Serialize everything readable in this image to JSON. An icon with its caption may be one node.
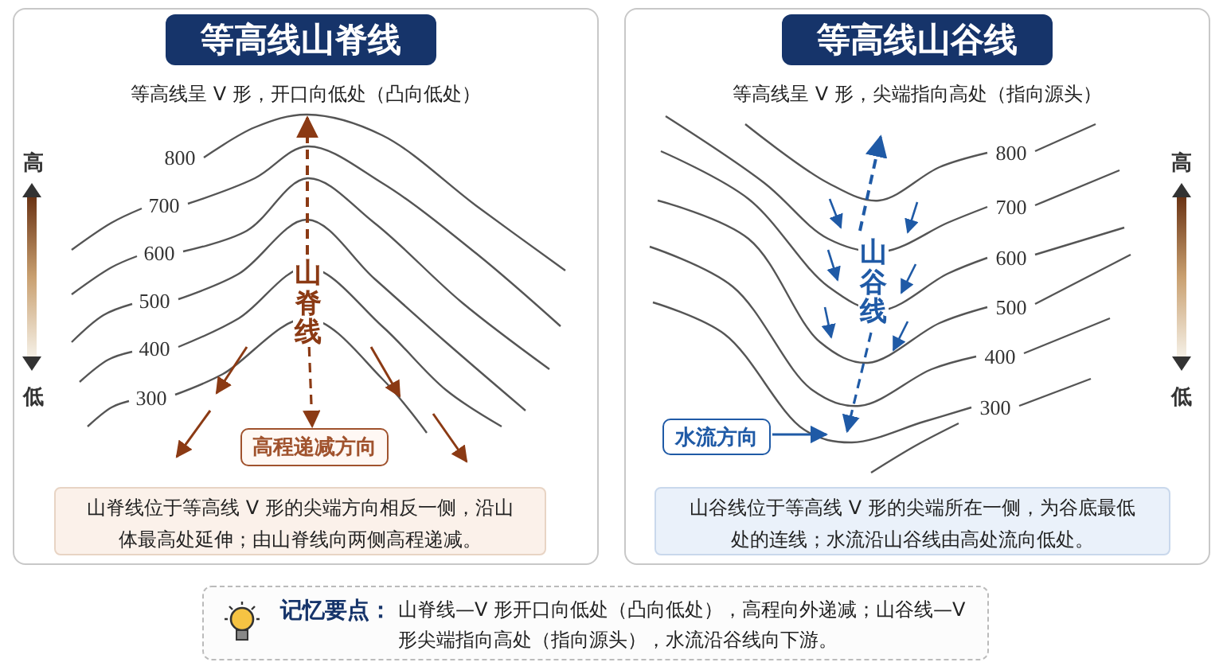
{
  "diagram": {
    "nodes": [
      {
        "text": [
          "等高线呈 V 形，开口向低处（凸向低处）"
        ]
      },
      {
        "text": [
          "等高线山脊线"
        ],
        "in": 0
      },
      {
        "text": [
          "高程递减方向"
        ],
        "in": 0
      },
      {
        "text": [
          "山脊线位于等高线 V 形的尖端方向相反一侧，沿山体最高处延伸；由山脊线向两侧高程递减。"
        ],
        "in": 0
      },
      {
        "text": [
          "等高线呈 V 形，尖端指向高处（指向源头）"
        ]
      },
      {
        "text": [
          "等高线山谷线"
        ],
        "in": 4
      },
      {
        "text": [
          "水流方向"
        ],
        "in": 4
      },
      {
        "text": [
          "山谷线位于等高线 V 形的尖端所在一侧，为谷底最低处的连线；水流沿山谷线由高处流向低处。"
        ],
        "in": 4
      },
      {
        "text": [
          "记忆要点：",
          "山脊线—V 形开口向低处（凸向低处），高程向外递减；山谷线—V 形尖端指向高处（指向源头），水流沿谷线向下游。"
        ]
      },
      {
        "text": [
          "山脊线"
        ],
        "in": 0
      },
      {
        "text": [
          "山谷线"
        ],
        "in": 4
      }
    ],
    "edges": [
      {
        "from": 9,
        "to": 2,
        "arrow": "to",
        "style": "dashed",
        "color": "#8b3a14"
      },
      {
        "from": 6,
        "to": null,
        "arrow": "to",
        "color": "#1f5aa6"
      },
      {
        "from": 10,
        "to": null,
        "arrow": "to",
        "style": "dashed",
        "color": "#1f5aa6"
      }
    ],
    "labels": [
      "高",
      "800",
      "700",
      "600",
      "500",
      "400",
      "300",
      "低",
      "800",
      "700",
      "600",
      "500",
      "400",
      "300",
      "高",
      "低"
    ]
  }
}
